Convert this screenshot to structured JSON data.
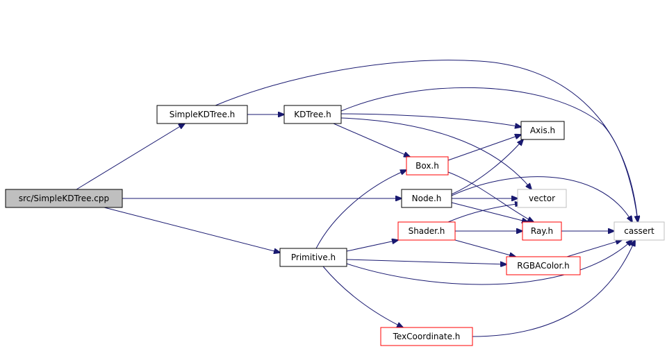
{
  "colors": {
    "edge": "#191970",
    "root_fill": "#bfbfbf",
    "default_border": "#000000",
    "incomplete_border": "#ff0000",
    "missing_border": "#bfbfbf"
  },
  "nodes": [
    {
      "id": "src_simplekdtree_cpp",
      "label": "src/SimpleKDTree.cpp",
      "style": "root"
    },
    {
      "id": "simplekdtree_h",
      "label": "SimpleKDTree.h",
      "style": "default"
    },
    {
      "id": "kdtree_h",
      "label": "KDTree.h",
      "style": "default"
    },
    {
      "id": "box_h",
      "label": "Box.h",
      "style": "incomplete"
    },
    {
      "id": "node_h",
      "label": "Node.h",
      "style": "default"
    },
    {
      "id": "shader_h",
      "label": "Shader.h",
      "style": "incomplete"
    },
    {
      "id": "primitive_h",
      "label": "Primitive.h",
      "style": "default"
    },
    {
      "id": "texcoordinate_h",
      "label": "TexCoordinate.h",
      "style": "incomplete"
    },
    {
      "id": "axis_h",
      "label": "Axis.h",
      "style": "default"
    },
    {
      "id": "vector",
      "label": "vector",
      "style": "missing"
    },
    {
      "id": "ray_h",
      "label": "Ray.h",
      "style": "incomplete"
    },
    {
      "id": "rgbacolor_h",
      "label": "RGBAColor.h",
      "style": "incomplete"
    },
    {
      "id": "cassert",
      "label": "cassert",
      "style": "missing"
    }
  ],
  "edges": [
    {
      "from": "src_simplekdtree_cpp",
      "to": "simplekdtree_h"
    },
    {
      "from": "src_simplekdtree_cpp",
      "to": "node_h"
    },
    {
      "from": "src_simplekdtree_cpp",
      "to": "primitive_h"
    },
    {
      "from": "simplekdtree_h",
      "to": "kdtree_h"
    },
    {
      "from": "simplekdtree_h",
      "to": "cassert"
    },
    {
      "from": "kdtree_h",
      "to": "box_h"
    },
    {
      "from": "kdtree_h",
      "to": "axis_h"
    },
    {
      "from": "kdtree_h",
      "to": "vector"
    },
    {
      "from": "kdtree_h",
      "to": "cassert"
    },
    {
      "from": "box_h",
      "to": "axis_h"
    },
    {
      "from": "box_h",
      "to": "ray_h"
    },
    {
      "from": "node_h",
      "to": "axis_h"
    },
    {
      "from": "node_h",
      "to": "vector"
    },
    {
      "from": "node_h",
      "to": "ray_h"
    },
    {
      "from": "node_h",
      "to": "cassert"
    },
    {
      "from": "primitive_h",
      "to": "box_h"
    },
    {
      "from": "primitive_h",
      "to": "shader_h"
    },
    {
      "from": "primitive_h",
      "to": "rgbacolor_h"
    },
    {
      "from": "primitive_h",
      "to": "texcoordinate_h"
    },
    {
      "from": "primitive_h",
      "to": "cassert"
    },
    {
      "from": "shader_h",
      "to": "vector"
    },
    {
      "from": "shader_h",
      "to": "ray_h"
    },
    {
      "from": "shader_h",
      "to": "rgbacolor_h"
    },
    {
      "from": "ray_h",
      "to": "cassert"
    },
    {
      "from": "rgbacolor_h",
      "to": "cassert"
    },
    {
      "from": "texcoordinate_h",
      "to": "cassert"
    }
  ]
}
